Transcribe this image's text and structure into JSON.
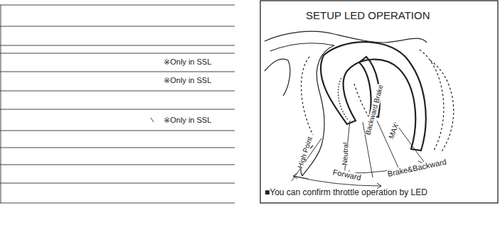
{
  "diagram": {
    "title": "SETUP LED OPERATION",
    "caption": "■You can confirm throttle operation by LED",
    "labels": [
      "※Only in SSL",
      "※Only in SSL",
      "※Only in SSL",
      "High Point",
      "Neutral",
      "Backward Brake",
      "MAX",
      "Forward",
      "Brake&Backward"
    ]
  }
}
